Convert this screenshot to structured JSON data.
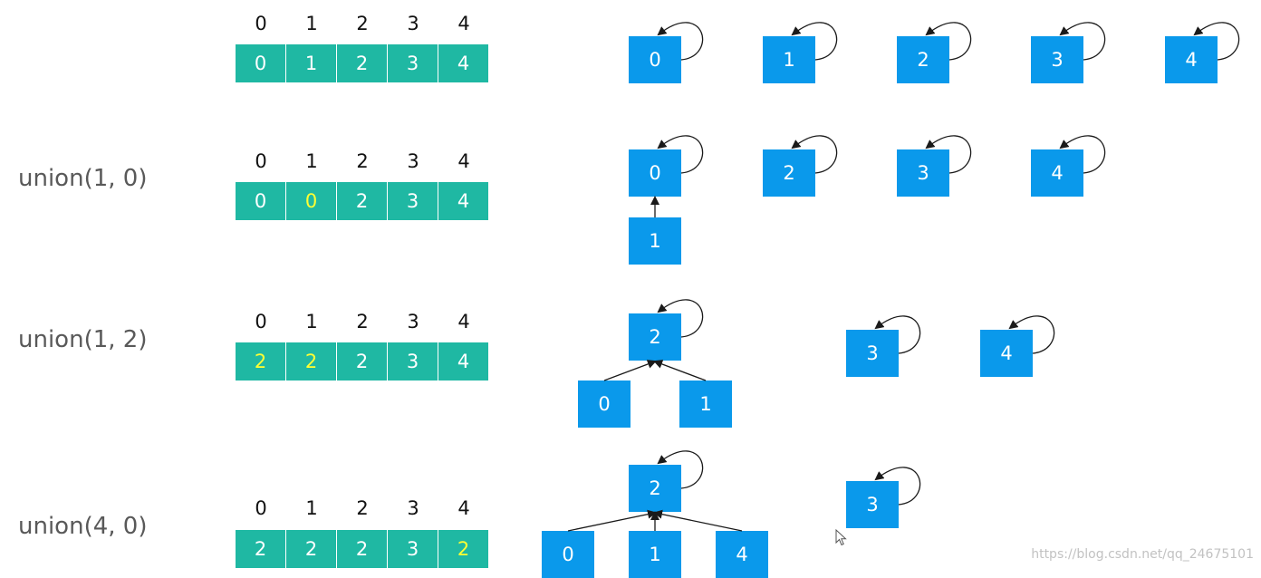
{
  "rows": [
    {
      "label": "",
      "indices": [
        "0",
        "1",
        "2",
        "3",
        "4"
      ],
      "parents": [
        "0",
        "1",
        "2",
        "3",
        "4"
      ],
      "changed": [],
      "nodes": [
        {
          "label": "0",
          "self": true
        },
        {
          "label": "1",
          "self": true
        },
        {
          "label": "2",
          "self": true
        },
        {
          "label": "3",
          "self": true
        },
        {
          "label": "4",
          "self": true
        }
      ],
      "edges": []
    },
    {
      "label": "union(1, 0)",
      "indices": [
        "0",
        "1",
        "2",
        "3",
        "4"
      ],
      "parents": [
        "0",
        "0",
        "2",
        "3",
        "4"
      ],
      "changed": [
        1
      ],
      "nodes": [
        {
          "label": "0",
          "self": true
        },
        {
          "label": "2",
          "self": true
        },
        {
          "label": "3",
          "self": true
        },
        {
          "label": "4",
          "self": true
        },
        {
          "label": "1",
          "self": false
        }
      ],
      "edges": [
        [
          4,
          0
        ]
      ]
    },
    {
      "label": "union(1, 2)",
      "indices": [
        "0",
        "1",
        "2",
        "3",
        "4"
      ],
      "parents": [
        "2",
        "2",
        "2",
        "3",
        "4"
      ],
      "changed": [
        0,
        1
      ],
      "nodes": [
        {
          "label": "2",
          "self": true
        },
        {
          "label": "3",
          "self": true
        },
        {
          "label": "4",
          "self": true
        },
        {
          "label": "0",
          "self": false
        },
        {
          "label": "1",
          "self": false
        }
      ],
      "edges": [
        [
          3,
          0
        ],
        [
          4,
          0
        ]
      ]
    },
    {
      "label": "union(4, 0)",
      "indices": [
        "0",
        "1",
        "2",
        "3",
        "4"
      ],
      "parents": [
        "2",
        "2",
        "2",
        "3",
        "2"
      ],
      "changed": [
        4
      ],
      "nodes": [
        {
          "label": "2",
          "self": true
        },
        {
          "label": "3",
          "self": true
        },
        {
          "label": "0",
          "self": false
        },
        {
          "label": "1",
          "self": false
        },
        {
          "label": "4",
          "self": false
        }
      ],
      "edges": [
        [
          2,
          0
        ],
        [
          3,
          0
        ],
        [
          4,
          0
        ]
      ]
    }
  ],
  "watermark": "https://blog.csdn.net/qq_24675101"
}
